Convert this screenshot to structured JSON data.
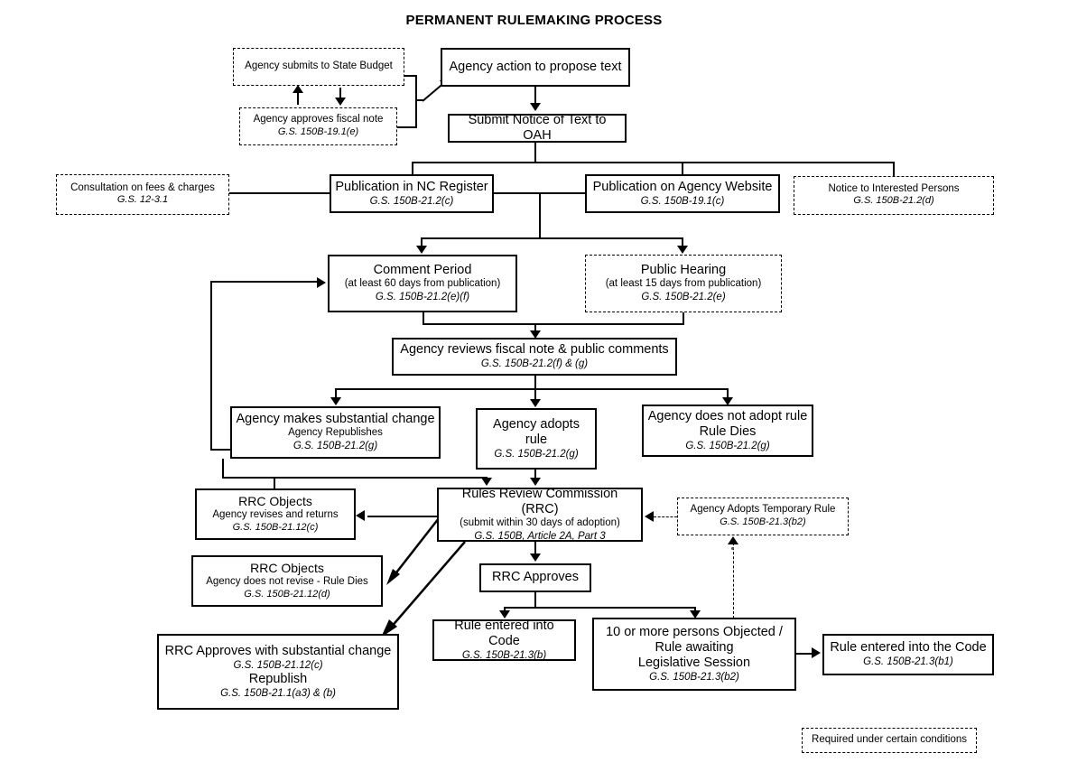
{
  "title": "PERMANENT RULEMAKING PROCESS",
  "legend": {
    "label": "Required under certain conditions"
  },
  "nodes": {
    "state_budget": {
      "l1": "Agency submits to State Budget",
      "cite": ""
    },
    "fiscal_note": {
      "l1": "Agency approves fiscal note",
      "cite": "G.S. 150B-19.1(e)"
    },
    "propose_text": {
      "l1": "Agency action to propose text",
      "cite": ""
    },
    "submit_notice": {
      "l1": "Submit Notice of Text to OAH",
      "cite": ""
    },
    "consultation": {
      "l1": "Consultation on fees & charges",
      "cite": "G.S. 12-3.1"
    },
    "nc_register": {
      "l1": "Publication in NC Register",
      "cite": "G.S. 150B-21.2(c)"
    },
    "agency_website": {
      "l1": "Publication on Agency Website",
      "cite": "G.S. 150B-19.1(c)"
    },
    "notice_persons": {
      "l1": "Notice to Interested Persons",
      "cite": "G.S. 150B-21.2(d)"
    },
    "comment_period": {
      "l1": "Comment Period",
      "l2": "(at least 60 days from publication)",
      "cite": "G.S. 150B-21.2(e)(f)"
    },
    "public_hearing": {
      "l1": "Public Hearing",
      "l2": "(at least 15 days from publication)",
      "cite": "G.S. 150B-21.2(e)"
    },
    "agency_reviews": {
      "l1": "Agency reviews fiscal note & public comments",
      "cite": "G.S. 150B-21.2(f) & (g)"
    },
    "substantial_change": {
      "l1": "Agency makes substantial change",
      "l2": "Agency Republishes",
      "cite": "G.S. 150B-21.2(g)"
    },
    "adopts_rule": {
      "l1": "Agency adopts",
      "l1b": "rule",
      "cite": "G.S. 150B-21.2(g)"
    },
    "not_adopt": {
      "l1": "Agency does not adopt rule",
      "l1b": "Rule Dies",
      "cite": "G.S. 150B-21.2(g)"
    },
    "rrc_objects_1": {
      "l1": "RRC Objects",
      "l2": "Agency revises and returns",
      "cite": "G.S. 150B-21.12(c)"
    },
    "rrc_objects_2": {
      "l1": "RRC Objects",
      "l2": "Agency does not revise - Rule Dies",
      "cite": "G.S. 150B-21.12(d)"
    },
    "rrc": {
      "l1": "Rules Review Commission (RRC)",
      "l2": "(submit within 30 days of adoption)",
      "cite": "G.S. 150B, Article 2A, Part 3"
    },
    "temporary_rule": {
      "l1": "Agency Adopts Temporary Rule",
      "cite": "G.S. 150B-21.3(b2)"
    },
    "rrc_approves": {
      "l1": "RRC Approves",
      "cite": ""
    },
    "rrc_approves_sub": {
      "l1": "RRC Approves with  substantial change",
      "cite": "G.S. 150B-21.12(c)",
      "l1b": "Republish",
      "cite2": "G.S. 150B-21.1(a3) & (b)"
    },
    "rule_into_code": {
      "l1": "Rule entered into Code",
      "cite": "G.S. 150B-21.3(b)"
    },
    "ten_objected": {
      "l1": "10 or more persons Objected /",
      "l1b": "Rule awaiting",
      "l1c": "Legislative Session",
      "cite": "G.S. 150B-21.3(b2)"
    },
    "rule_into_the_code": {
      "l1": "Rule entered into the Code",
      "cite": "G.S. 150B-21.3(b1)"
    }
  },
  "colors": {
    "stroke": "#000000",
    "background": "#ffffff"
  }
}
